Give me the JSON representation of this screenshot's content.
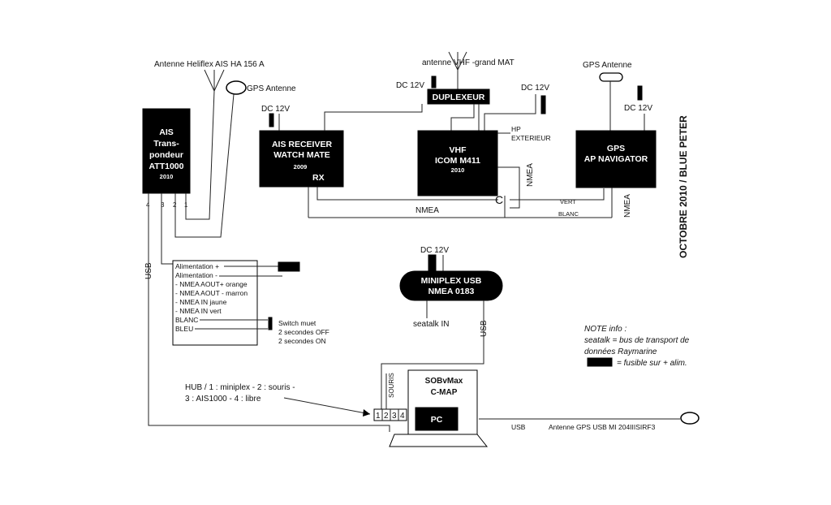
{
  "side_title": "OCTOBRE 2010 / BLUE PETER",
  "antennas": {
    "helifle": "Antenne Heliflex AIS HA 156 A",
    "gps_left": "GPS Antenne",
    "vhf": "antenne VHF -grand MAT",
    "gps_right": "GPS Antenne",
    "usb_gps": "Antenne GPS USB MI 204IIISIRF3"
  },
  "power": {
    "dc_ais_receiver": "DC 12V",
    "dc_duplexeur": "DC 12V",
    "dc_vhf": "DC 12V",
    "dc_gps": "DC 12V",
    "dc_miniplex": "DC 12V"
  },
  "devices": {
    "ais_transponder": {
      "line1": "AIS",
      "line2": "Trans-",
      "line3": "pondeur",
      "line4": "ATT1000",
      "year": "2010",
      "pins": [
        "4",
        "3",
        "2",
        "1"
      ]
    },
    "ais_receiver": {
      "line1": "AIS RECEIVER",
      "line2": "WATCH MATE",
      "year": "2009",
      "rx": "RX"
    },
    "duplexeur": {
      "label": "DUPLEXEUR"
    },
    "vhf": {
      "line1": "VHF",
      "line2": "ICOM M411",
      "year": "2010"
    },
    "gps": {
      "line1": "GPS",
      "line2": "AP NAVIGATOR"
    },
    "miniplex": {
      "line1": "MINIPLEX USB",
      "line2": "NMEA 0183"
    },
    "sobvmax": {
      "line1": "SOBvMax",
      "line2": "C-MAP"
    },
    "pc": {
      "label": "PC"
    }
  },
  "wire_labels": {
    "hp": "HP",
    "exterieur": "EXTERIEUR",
    "nmea_mid": "NMEA",
    "nmea_vhf": "NMEA",
    "nmea_gps": "NMEA",
    "c": "C",
    "vert": "VERT",
    "blanc": "BLANC",
    "usb_left": "USB",
    "usb_miniplex": "USB",
    "usb_pc": "USB",
    "seatalk_in": "seatalk IN",
    "souris": "SOURIS"
  },
  "hub": {
    "caption_line1": "HUB / 1 : miniplex - 2 : souris -",
    "caption_line2": "3 : AIS1000 - 4 : libre",
    "ports": [
      "1",
      "2",
      "3",
      "4"
    ]
  },
  "wiring_list": [
    "Alimentation +",
    "Alimentation -",
    "- NMEA AOUT+ orange",
    "- NMEA AOUT -  marron",
    "- NMEA IN jaune",
    "- NMEA IN vert",
    "BLANC",
    "BLEU"
  ],
  "switch": {
    "line1": "Switch muet",
    "line2": "2 secondes OFF",
    "line3": "2 secondes ON"
  },
  "note": {
    "title": "NOTE info :",
    "line1": "seatalk = bus de transport de",
    "line2": "données Raymarine",
    "line3": "= fusible sur + alim."
  }
}
